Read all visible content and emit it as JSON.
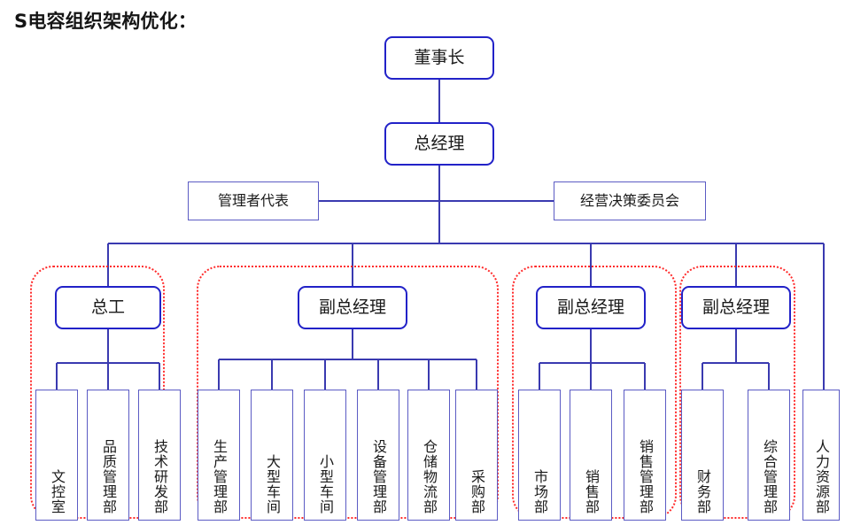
{
  "page": {
    "title": "S电容组织架构优化："
  },
  "colors": {
    "exec_border": "#2222c8",
    "box_border": "#5b5bc4",
    "connector": "#3a3ab0",
    "group_outline": "#ff2a2a",
    "background": "#ffffff",
    "text": "#1a1a1a"
  },
  "chart_data": {
    "type": "diagram",
    "subtype": "org-chart",
    "title": "S电容组织架构优化：",
    "levels": [
      {
        "level": 1,
        "nodes": [
          {
            "id": "chairman",
            "label": "董事长",
            "style": "exec"
          }
        ]
      },
      {
        "level": 2,
        "nodes": [
          {
            "id": "gm",
            "label": "总经理",
            "style": "exec"
          }
        ]
      },
      {
        "level": 3,
        "nodes": [
          {
            "id": "mgmt_rep",
            "label": "管理者代表",
            "style": "committee"
          },
          {
            "id": "biz_committee",
            "label": "经营决策委员会",
            "style": "committee"
          }
        ]
      },
      {
        "level": 4,
        "nodes": [
          {
            "id": "chief_eng",
            "label": "总工",
            "style": "exec"
          },
          {
            "id": "vgm1",
            "label": "副总经理",
            "style": "exec"
          },
          {
            "id": "vgm2",
            "label": "副总经理",
            "style": "exec"
          },
          {
            "id": "vgm3",
            "label": "副总经理",
            "style": "exec"
          }
        ]
      },
      {
        "level": 5,
        "nodes": [
          {
            "id": "d1",
            "label": "文控室",
            "parent": "chief_eng"
          },
          {
            "id": "d2",
            "label": "品质管理部",
            "parent": "chief_eng"
          },
          {
            "id": "d3",
            "label": "技术研发部",
            "parent": "chief_eng"
          },
          {
            "id": "d4",
            "label": "生产管理部",
            "parent": "vgm1"
          },
          {
            "id": "d5",
            "label": "大型车间",
            "parent": "vgm1"
          },
          {
            "id": "d6",
            "label": "小型车间",
            "parent": "vgm1"
          },
          {
            "id": "d7",
            "label": "设备管理部",
            "parent": "vgm1"
          },
          {
            "id": "d8",
            "label": "仓储物流部",
            "parent": "vgm1"
          },
          {
            "id": "d9",
            "label": "采购部",
            "parent": "vgm1"
          },
          {
            "id": "d10",
            "label": "市场部",
            "parent": "vgm2"
          },
          {
            "id": "d11",
            "label": "销售部",
            "parent": "vgm2"
          },
          {
            "id": "d12",
            "label": "销售管理部",
            "parent": "vgm2"
          },
          {
            "id": "d13",
            "label": "财务部",
            "parent": "vgm3"
          },
          {
            "id": "d14",
            "label": "综合管理部",
            "parent": "vgm3"
          },
          {
            "id": "d15",
            "label": "人力资源部",
            "parent": "gm"
          }
        ]
      }
    ],
    "groups": [
      {
        "id": "g1",
        "head": "总工",
        "members": [
          "文控室",
          "品质管理部",
          "技术研发部"
        ]
      },
      {
        "id": "g2",
        "head": "副总经理",
        "members": [
          "生产管理部",
          "大型车间",
          "小型车间",
          "设备管理部",
          "仓储物流部",
          "采购部"
        ]
      },
      {
        "id": "g3",
        "head": "副总经理",
        "members": [
          "市场部",
          "销售部",
          "销售管理部"
        ]
      },
      {
        "id": "g4",
        "head": "副总经理",
        "members": [
          "财务部",
          "综合管理部"
        ]
      }
    ],
    "ungrouped": [
      "人力资源部"
    ]
  },
  "nodes": {
    "chairman": "董事长",
    "gm": "总经理",
    "mgmt_rep": "管理者代表",
    "biz_committee": "经营决策委员会",
    "chief_eng": "总工",
    "vgm1": "副总经理",
    "vgm2": "副总经理",
    "vgm3": "副总经理",
    "d1": "文控室",
    "d2": "品质管理部",
    "d3": "技术研发部",
    "d4": "生产管理部",
    "d5": "大型车间",
    "d6": "小型车间",
    "d7": "设备管理部",
    "d8": "仓储物流部",
    "d9": "采购部",
    "d10": "市场部",
    "d11": "销售部",
    "d12": "销售管理部",
    "d13": "财务部",
    "d14": "综合管理部",
    "d15": "人力资源部"
  }
}
